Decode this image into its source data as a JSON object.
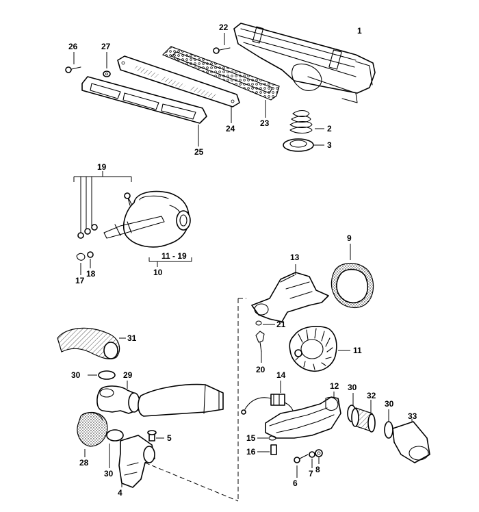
{
  "parts": [
    {
      "id": "p1",
      "number": "1"
    },
    {
      "id": "p2",
      "number": "2"
    },
    {
      "id": "p3",
      "number": "3"
    },
    {
      "id": "p4",
      "number": "4"
    },
    {
      "id": "p5",
      "number": "5"
    },
    {
      "id": "p6",
      "number": "6"
    },
    {
      "id": "p7",
      "number": "7"
    },
    {
      "id": "p8",
      "number": "8"
    },
    {
      "id": "p9",
      "number": "9"
    },
    {
      "id": "p10",
      "number": "10"
    },
    {
      "id": "p11",
      "number": "11"
    },
    {
      "id": "p11_19",
      "number": "11 - 19"
    },
    {
      "id": "p12",
      "number": "12"
    },
    {
      "id": "p13",
      "number": "13"
    },
    {
      "id": "p14",
      "number": "14"
    },
    {
      "id": "p15",
      "number": "15"
    },
    {
      "id": "p16",
      "number": "16"
    },
    {
      "id": "p17",
      "number": "17"
    },
    {
      "id": "p18",
      "number": "18"
    },
    {
      "id": "p19",
      "number": "19"
    },
    {
      "id": "p20",
      "number": "20"
    },
    {
      "id": "p21",
      "number": "21"
    },
    {
      "id": "p22",
      "number": "22"
    },
    {
      "id": "p23",
      "number": "23"
    },
    {
      "id": "p24",
      "number": "24"
    },
    {
      "id": "p25",
      "number": "25"
    },
    {
      "id": "p26",
      "number": "26"
    },
    {
      "id": "p27",
      "number": "27"
    },
    {
      "id": "p28",
      "number": "28"
    },
    {
      "id": "p29",
      "number": "29"
    },
    {
      "id": "p30a",
      "number": "30"
    },
    {
      "id": "p30b",
      "number": "30"
    },
    {
      "id": "p30c",
      "number": "30"
    },
    {
      "id": "p30d",
      "number": "30"
    },
    {
      "id": "p31",
      "number": "31"
    },
    {
      "id": "p32",
      "number": "32"
    },
    {
      "id": "p33",
      "number": "33"
    }
  ]
}
